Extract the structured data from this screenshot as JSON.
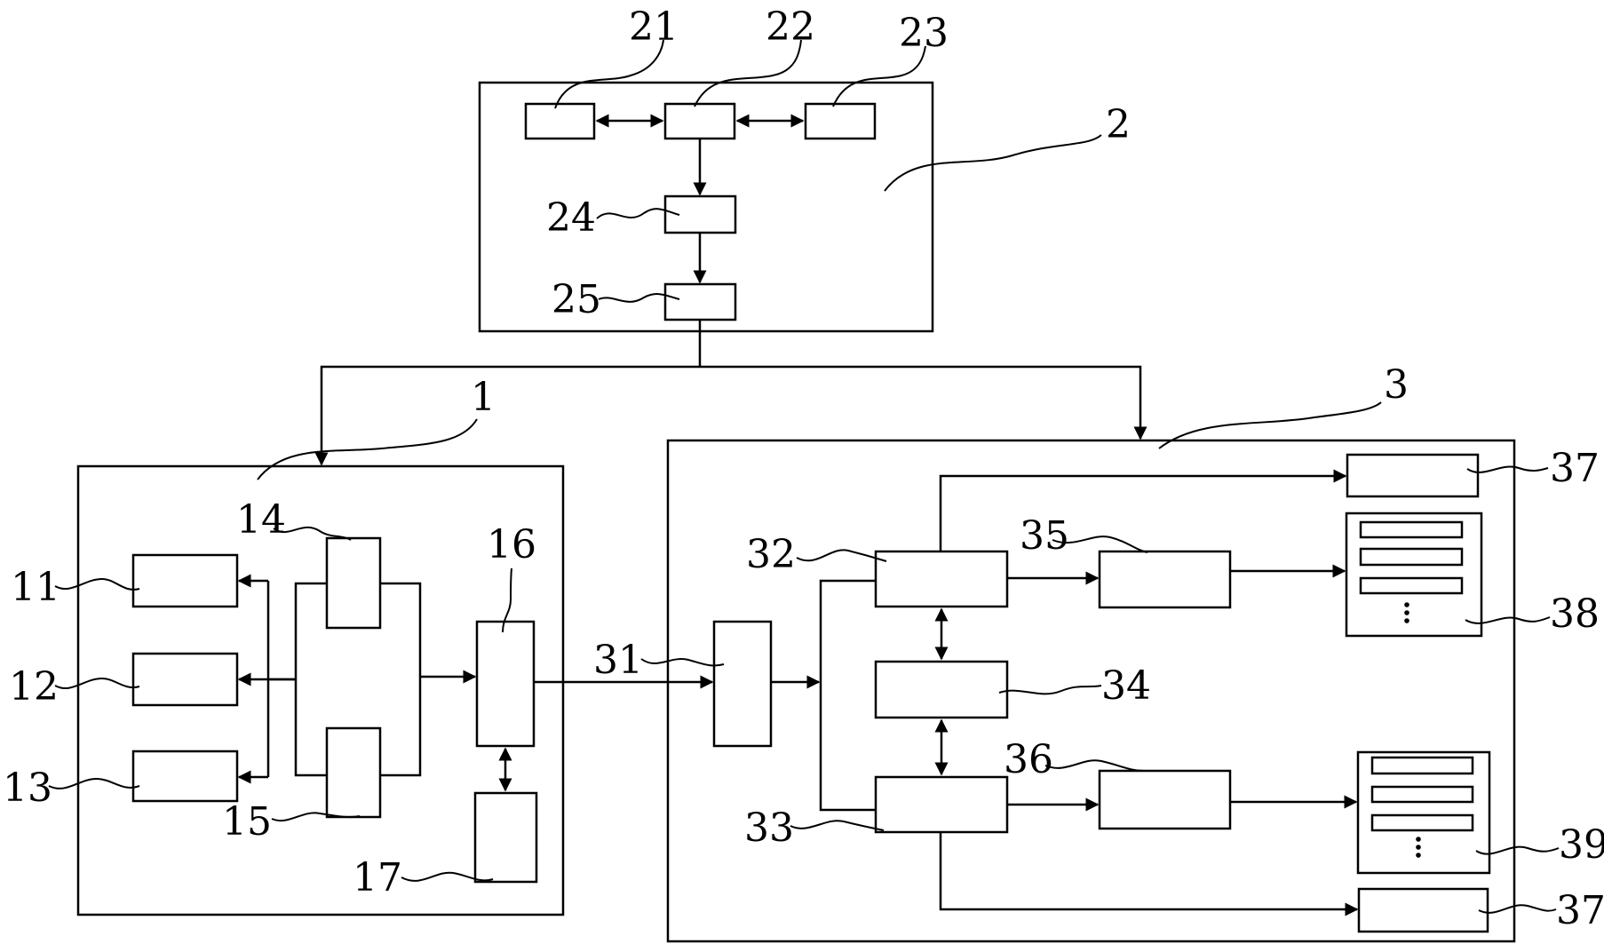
{
  "labels": {
    "m1": "1",
    "m2": "2",
    "m3": "3",
    "b11": "11",
    "b12": "12",
    "b13": "13",
    "b14": "14",
    "b15": "15",
    "b16": "16",
    "b17": "17",
    "b21": "21",
    "b22": "22",
    "b23": "23",
    "b24": "24",
    "b25": "25",
    "b31": "31",
    "b32": "32",
    "b33": "33",
    "b34": "34",
    "b35": "35",
    "b36": "36",
    "b37a": "37",
    "b37b": "37",
    "b38": "38",
    "b39": "39"
  },
  "colors": {
    "stroke": "#000000",
    "background": "#ffffff"
  }
}
